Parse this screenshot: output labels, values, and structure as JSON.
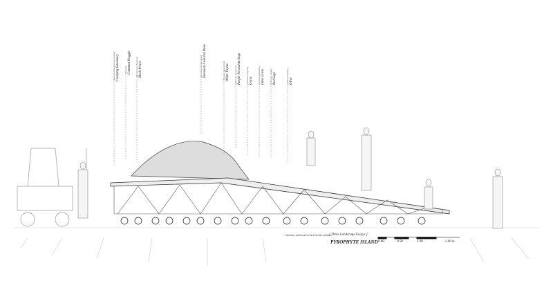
{
  "labels": [
    {
      "common": "Creeping Rosemary",
      "latin": "[Salvia rosmarinus prostratus]"
    },
    {
      "common": "Common Maggie",
      "latin": "[Ferula]"
    },
    {
      "common": "Mock Privet",
      "latin": "[Myoporum insulare]"
    },
    {
      "common": "Eurasian Collared Dove",
      "latin": "[Streptopelia decaocto]"
    },
    {
      "common": "White Thyme",
      "latin": "[Thymus mastichina]"
    },
    {
      "common": "Purple Jerusalem Sage",
      "latin": "[Phlomis purpurea]"
    },
    {
      "common": "Gorse",
      "latin": "[Genista scorpius]"
    },
    {
      "common": "Lime Grass",
      "latin": "[Leymus arenarius]"
    },
    {
      "common": "Red Sage",
      "latin": "[Phlomis rigida]"
    },
    {
      "common": "Olive",
      "latin": "[Olea europaea]"
    }
  ],
  "title": {
    "series": "MOVING LANDSCAPES FOR FUTURE CLIMATES",
    "subtitle": "[ Three Landscape Essays ]",
    "name": "PYROPHYTE ISLAND"
  },
  "scale": {
    "ticks": [
      "0.00",
      "0.50",
      "1.00",
      "2.00 m"
    ]
  }
}
